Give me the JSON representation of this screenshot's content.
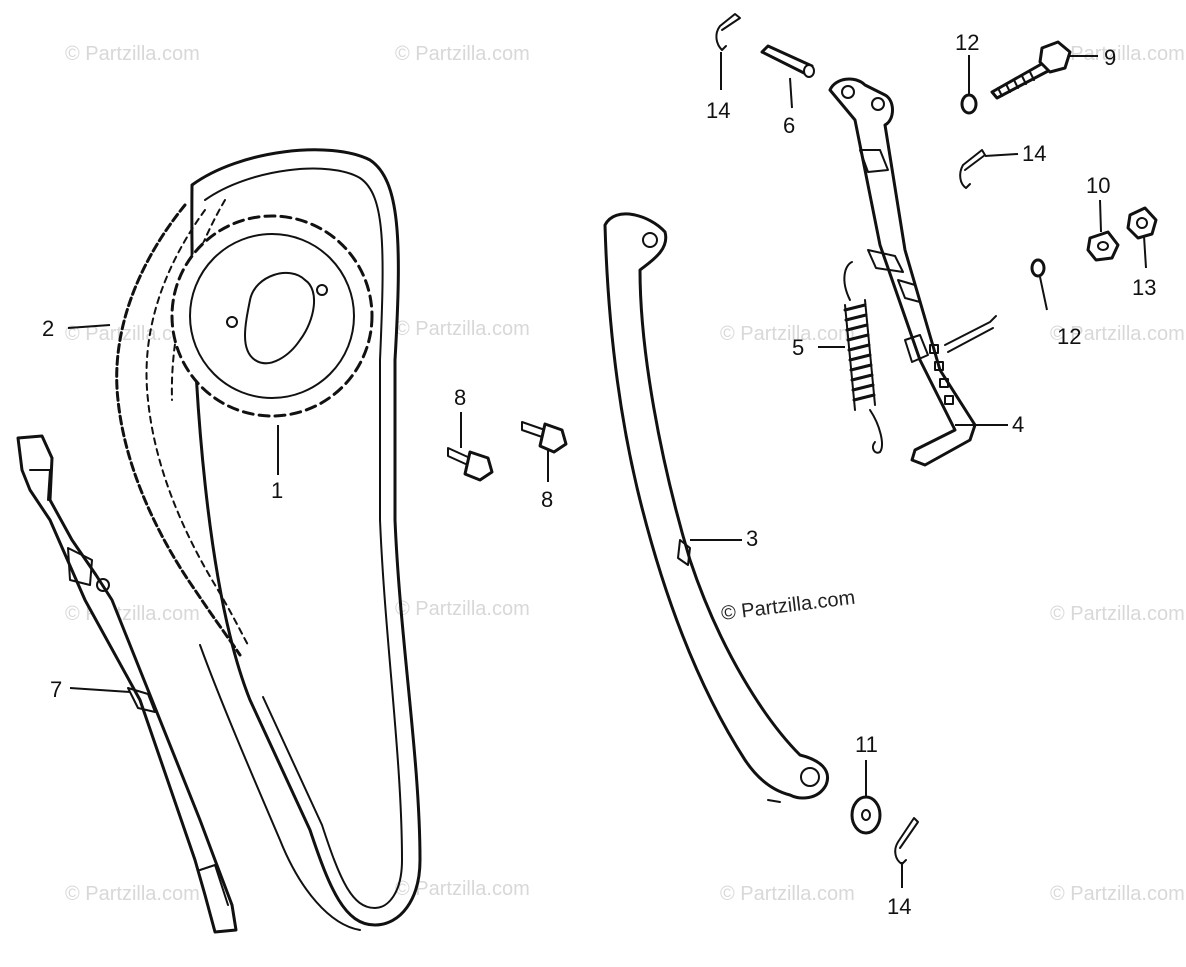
{
  "watermark": "© Partzilla.com",
  "copyright": "© Partzilla.com",
  "callouts": {
    "c1": "1",
    "c2": "2",
    "c3": "3",
    "c4": "4",
    "c5": "5",
    "c6": "6",
    "c7": "7",
    "c8a": "8",
    "c8b": "8",
    "c9": "9",
    "c10": "10",
    "c11": "11",
    "c12a": "12",
    "c12b": "12",
    "c13": "13",
    "c14a": "14",
    "c14b": "14",
    "c14c": "14"
  }
}
